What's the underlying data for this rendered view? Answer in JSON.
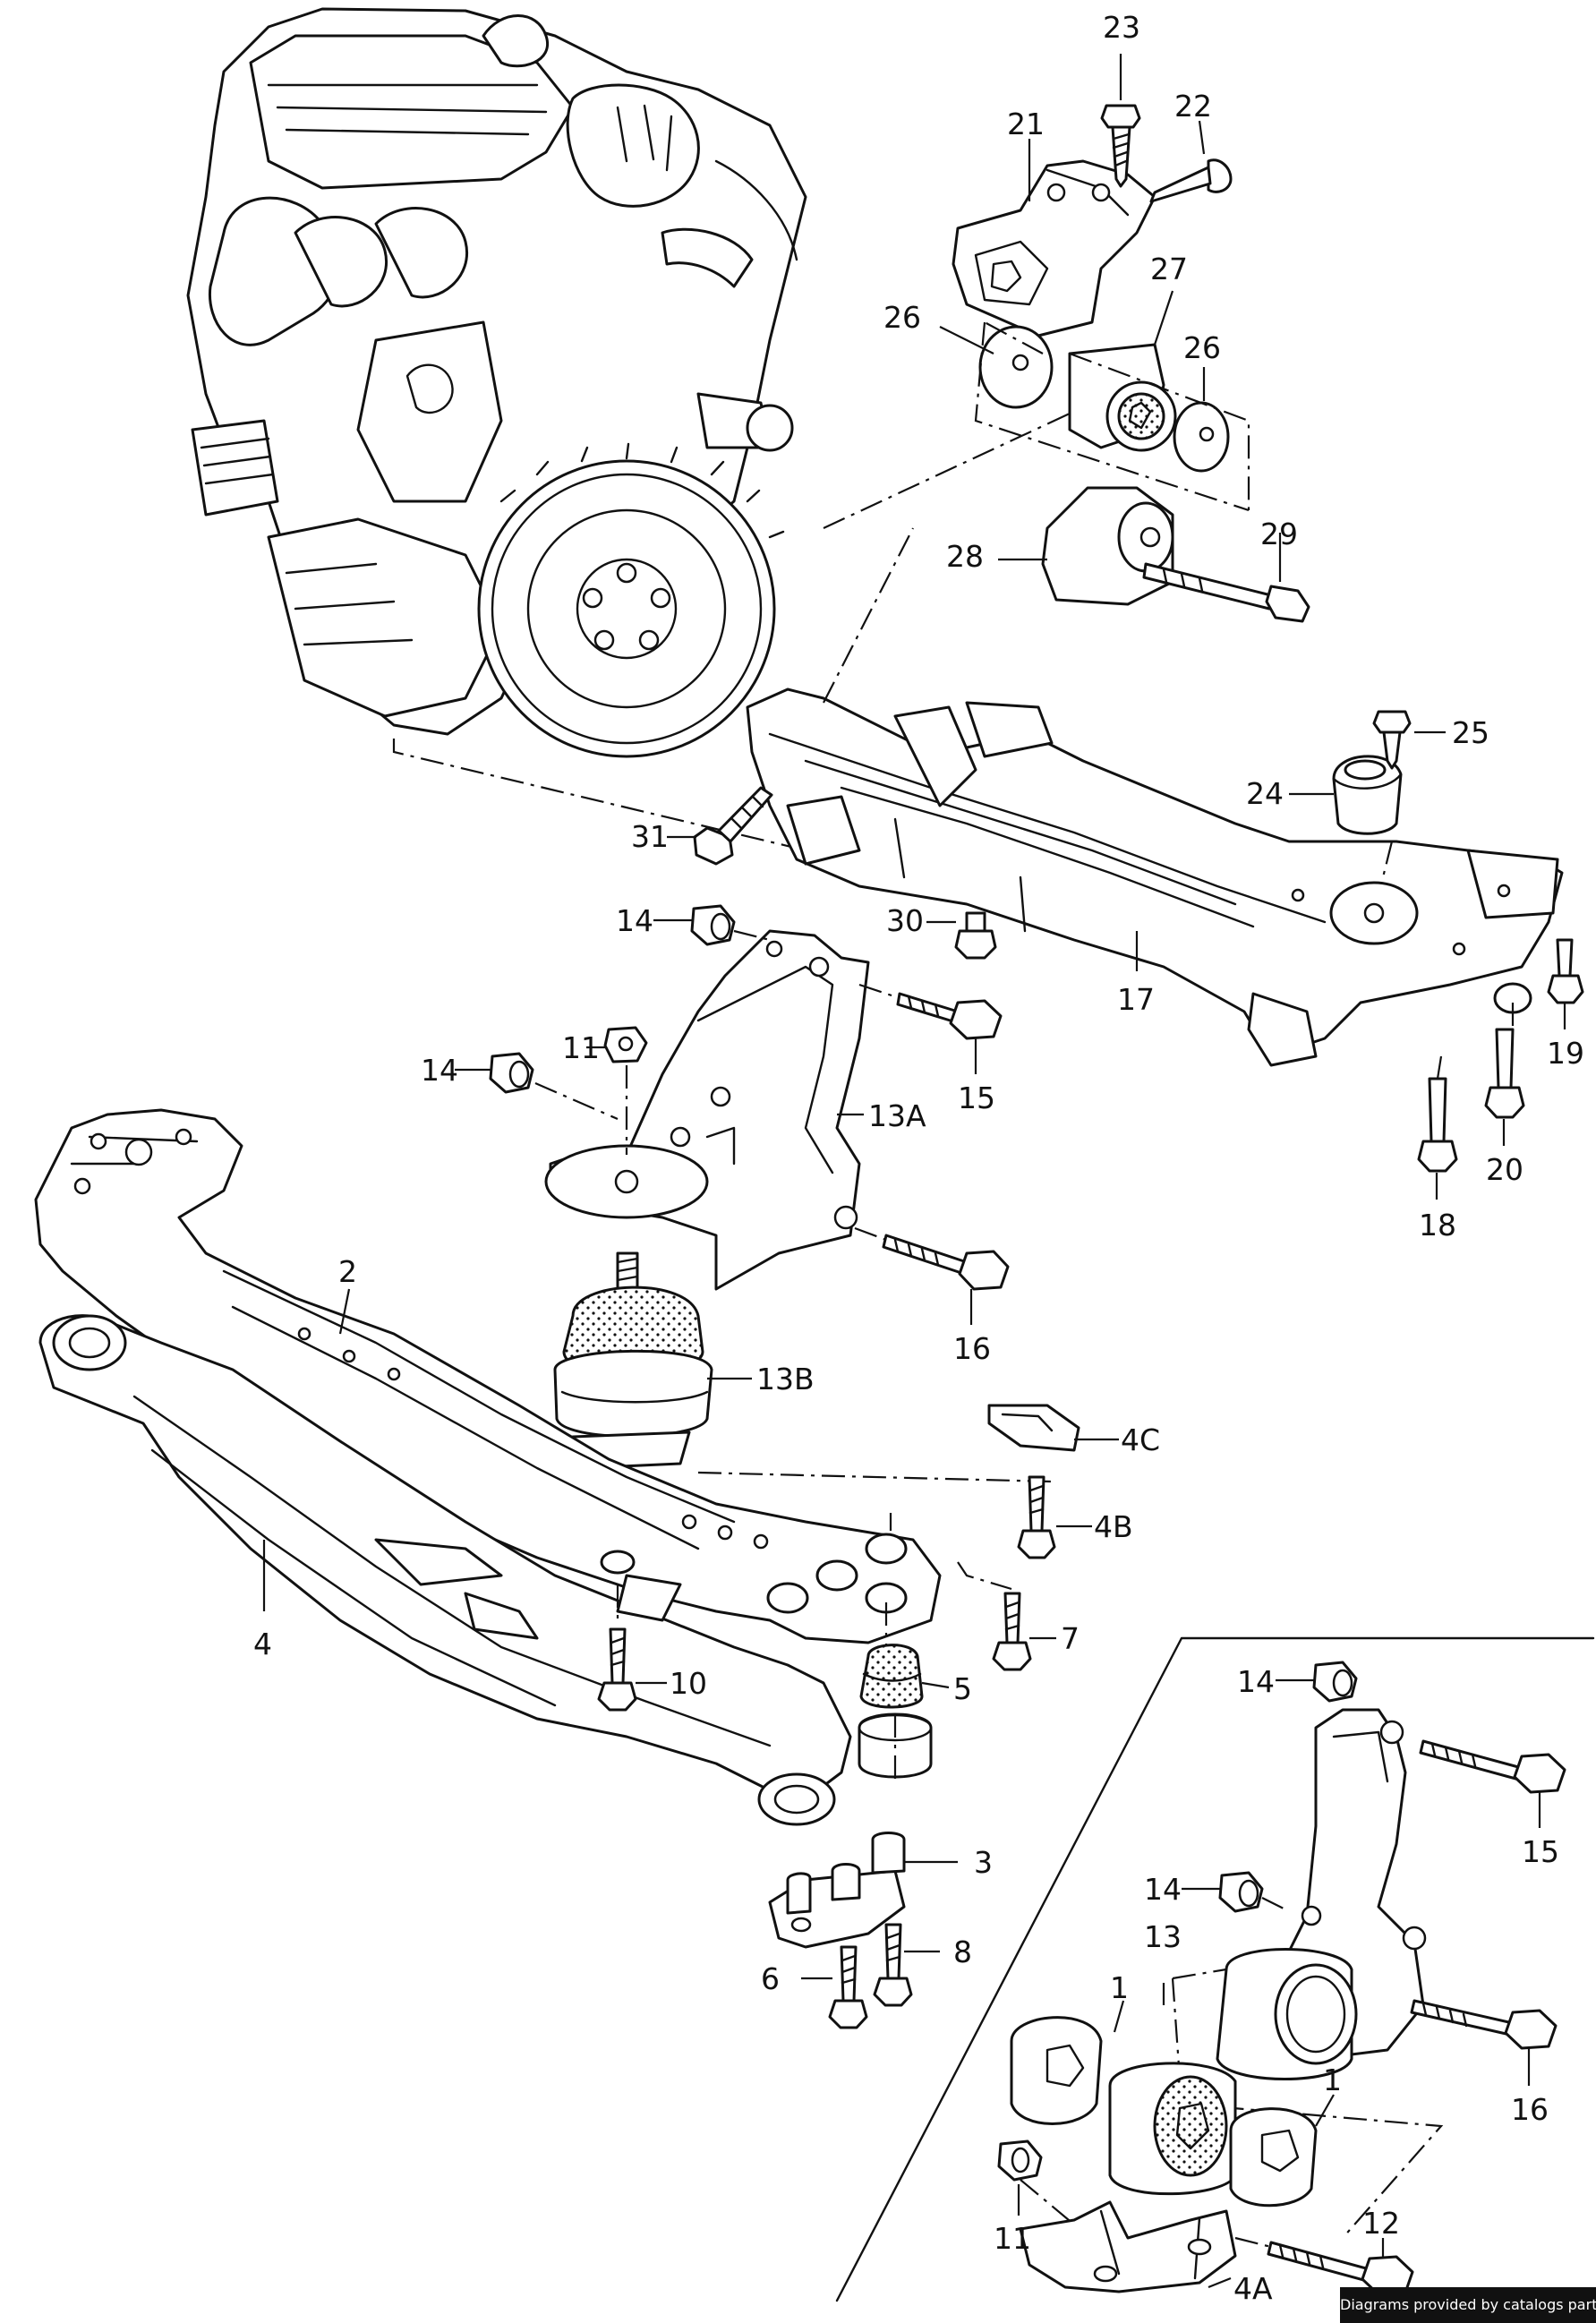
{
  "diagram": {
    "callouts": {
      "c23": "23",
      "c22": "22",
      "c21": "21",
      "c27": "27",
      "c26a": "26",
      "c26b": "26",
      "c28": "28",
      "c29": "29",
      "c25": "25",
      "c24": "24",
      "c31": "31",
      "c30": "30",
      "c17": "17",
      "c14a": "14",
      "c11a": "11",
      "c14b": "14",
      "c15a": "15",
      "c13a": "13A",
      "c19": "19",
      "c18": "18",
      "c20": "20",
      "c16a": "16",
      "c2": "2",
      "c13b": "13B",
      "c4c": "4C",
      "c4b": "4B",
      "c7": "7",
      "c4": "4",
      "c10": "10",
      "c5": "5",
      "c3": "3",
      "c8": "8",
      "c6": "6",
      "c14c": "14",
      "c15b": "15",
      "c14d": "14",
      "c13": "13",
      "c1a": "1",
      "c1b": "1",
      "c16b": "16",
      "c11b": "11",
      "c12": "12",
      "c4a": "4A"
    },
    "credit": "Diagrams provided by catalogs parts"
  }
}
